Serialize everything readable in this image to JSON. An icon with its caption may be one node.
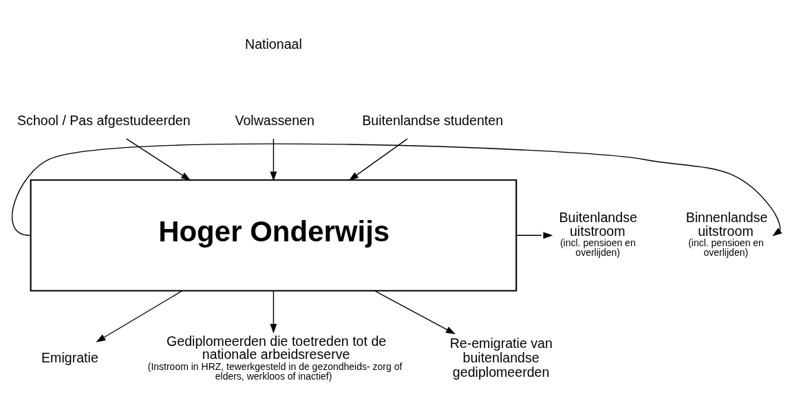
{
  "diagram": {
    "nodes": [
      {
        "text": [
          "Hoger Onderwijs"
        ]
      },
      {
        "text": [
          "School / Pas afgestudeerden"
        ]
      },
      {
        "text": [
          "Volwassenen"
        ]
      },
      {
        "text": [
          "Buitenlandse studenten"
        ]
      },
      {
        "text": [
          "Binnenlandse uitstroom",
          "(incl. pensioen en overlijden)"
        ]
      },
      {
        "text": [
          "Buitenlandse uitstroom",
          "(incl. pensioen en overlijden)"
        ]
      },
      {
        "text": [
          "Emigratie"
        ]
      },
      {
        "text": [
          "Gediplomeerden die toetreden tot de nationale arbeidsreserve",
          "(Instroom in HRZ, tewerkgesteld in de gezondheids- zorg of elders, werkloos of inactief)"
        ]
      },
      {
        "text": [
          "Re-emigratie van buitenlandse gediplomeerden"
        ]
      }
    ],
    "edges": [
      {
        "from": 1,
        "to": 0,
        "arrow": "to"
      },
      {
        "from": 2,
        "to": 0,
        "arrow": "to"
      },
      {
        "from": 3,
        "to": 0,
        "arrow": "to"
      },
      {
        "from": 0,
        "to": 4,
        "arrow": "to"
      },
      {
        "from": 0,
        "to": 5,
        "arrow": "to"
      },
      {
        "from": 0,
        "to": 6,
        "arrow": "to"
      },
      {
        "from": 0,
        "to": 7,
        "arrow": "to"
      },
      {
        "from": 0,
        "to": 8,
        "arrow": "to"
      }
    ],
    "labels": [
      "Nationaal"
    ]
  }
}
